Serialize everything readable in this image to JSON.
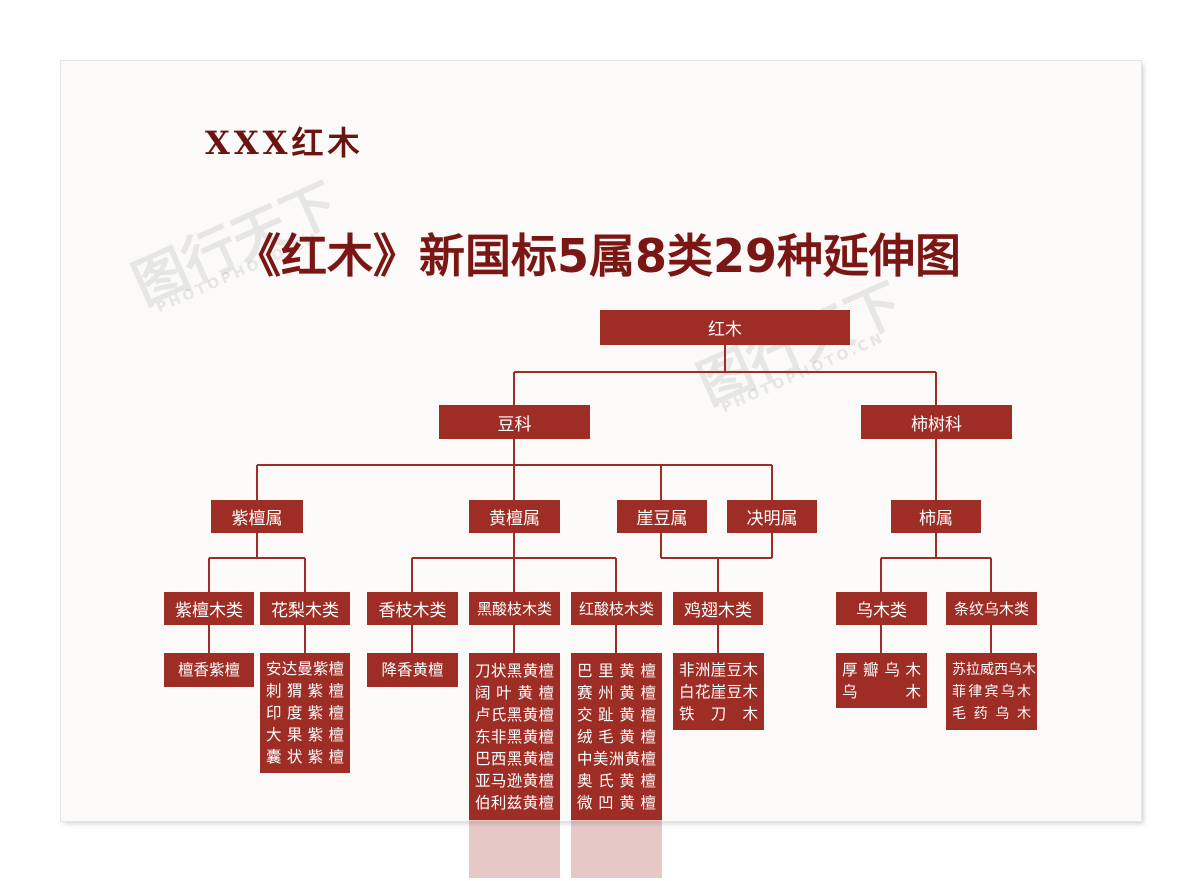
{
  "brand": "XXX红木",
  "title": "《红木》新国标5属8类29种延伸图",
  "watermark": {
    "logo": "图行天下",
    "domain": "PHOTOPHOTO.CN"
  },
  "tree": {
    "root": "红木",
    "family_legume": "豆科",
    "family_ebenaceae": "柿树科",
    "genus_dalbergia": "紫檀属",
    "genus_huangtan": "黄檀属",
    "genus_yadou": "崖豆属",
    "genus_jueming": "决明属",
    "genus_diospyros": "柿属",
    "class_zitan": "紫檀木类",
    "class_huali": "花梨木类",
    "class_xiangzhi": "香枝木类",
    "class_heisuanzhi": "黑酸枝木类",
    "class_hongsuanzhi": "红酸枝木类",
    "class_jichi": "鸡翅木类",
    "class_wumu": "乌木类",
    "class_tiaowen": "条纹乌木类"
  },
  "species": {
    "zitan": [
      "檀香紫檀"
    ],
    "huali": [
      "安达曼紫檀",
      "刺 猬 紫 檀",
      "印 度 紫 檀",
      "大 果 紫 檀",
      "囊 状 紫 檀"
    ],
    "xiangzhi": [
      "降香黄檀"
    ],
    "heisuanzhi": [
      "刀状黑黄檀",
      "阔 叶 黄 檀",
      "卢氏黑黄檀",
      "东非黑黄檀",
      "巴西黑黄檀",
      "亚马逊黄檀",
      "伯利兹黄檀"
    ],
    "hongsuanzhi": [
      "巴 里 黄 檀",
      "赛 州 黄 檀",
      "交 趾 黄 檀",
      "绒 毛 黄 檀",
      "中美洲黄檀",
      "奥 氏 黄 檀",
      "微 凹 黄 檀"
    ],
    "jichi": [
      "非洲崖豆木",
      "白花崖豆木",
      "铁 刀 木"
    ],
    "wumu": [
      "厚瓣乌木",
      "乌 木"
    ],
    "tiaowen": [
      "苏拉威西乌木",
      "菲律宾乌木",
      "毛 药 乌 木"
    ]
  },
  "colors": {
    "node_fill": "#9e2d25",
    "line": "#9e2d25",
    "title": "#7a1613",
    "background": "#fbfaf8"
  }
}
